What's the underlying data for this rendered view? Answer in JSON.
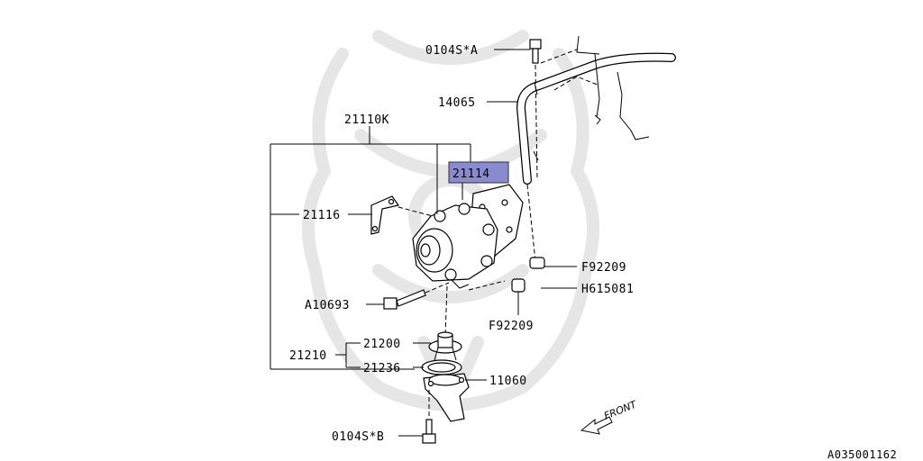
{
  "diagram": {
    "catalog_code": "A035001162",
    "highlight_color": "#8a8ad0",
    "front_label": "FRONT",
    "parts": {
      "bolt_a": "0104S*A",
      "pipe": "14065",
      "pump_assy": "21110K",
      "gasket": "21114",
      "bracket": "21116",
      "clamp_top": "F92209",
      "hose": "H615081",
      "clamp_bottom": "F92209",
      "stud_bolt": "A10693",
      "thermostat_assy": "21210",
      "thermostat": "21200",
      "thermo_gasket": "21236",
      "thermo_case": "11060",
      "bolt_b": "0104S*B"
    }
  }
}
